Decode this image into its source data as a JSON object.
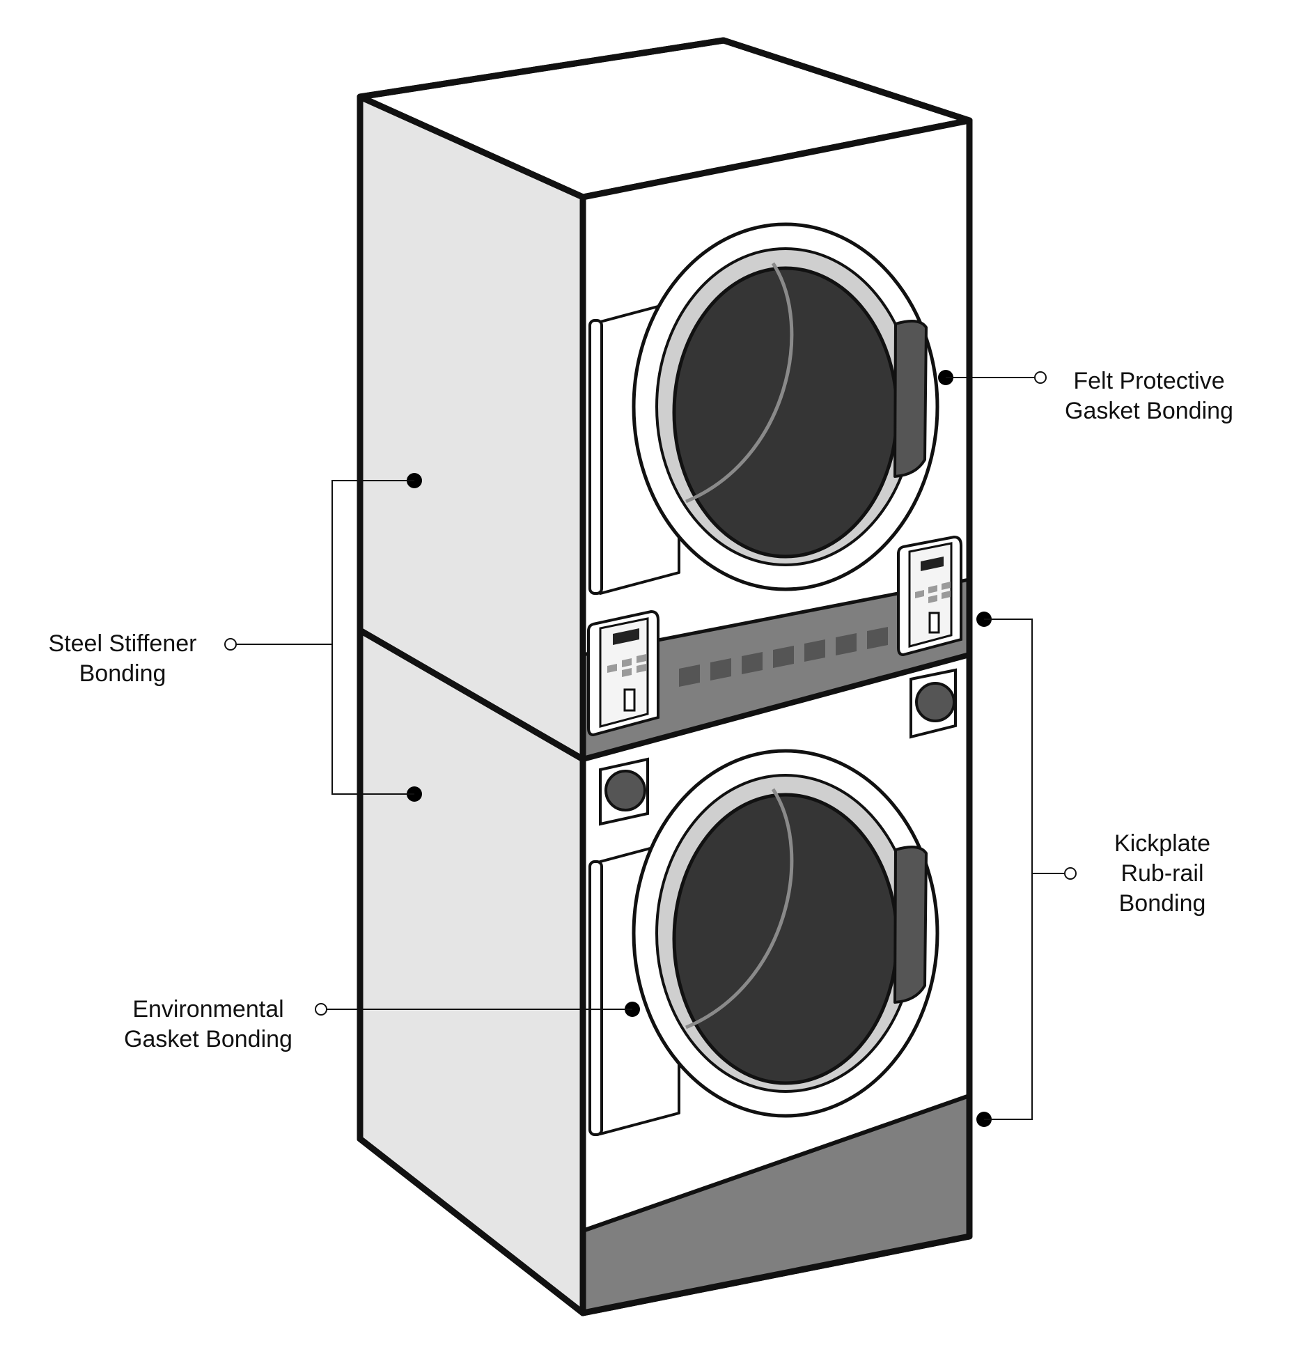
{
  "diagram": {
    "callouts": {
      "felt_protective": {
        "line1": "Felt Protective",
        "line2": "Gasket Bonding"
      },
      "steel_stiffener": {
        "line1": "Steel Stiffener",
        "line2": "Bonding"
      },
      "kickplate": {
        "line1": "Kickplate",
        "line2": "Rub-rail",
        "line3": "Bonding"
      },
      "environmental": {
        "line1": "Environmental",
        "line2": "Gasket Bonding"
      }
    },
    "colors": {
      "outline": "#111111",
      "side_panel": "#e5e5e5",
      "front_panel": "#ffffff",
      "glass": "#353535",
      "rail": "#7f7f7f",
      "door_ring": "#cfcfcf",
      "handle": "#555555"
    }
  }
}
